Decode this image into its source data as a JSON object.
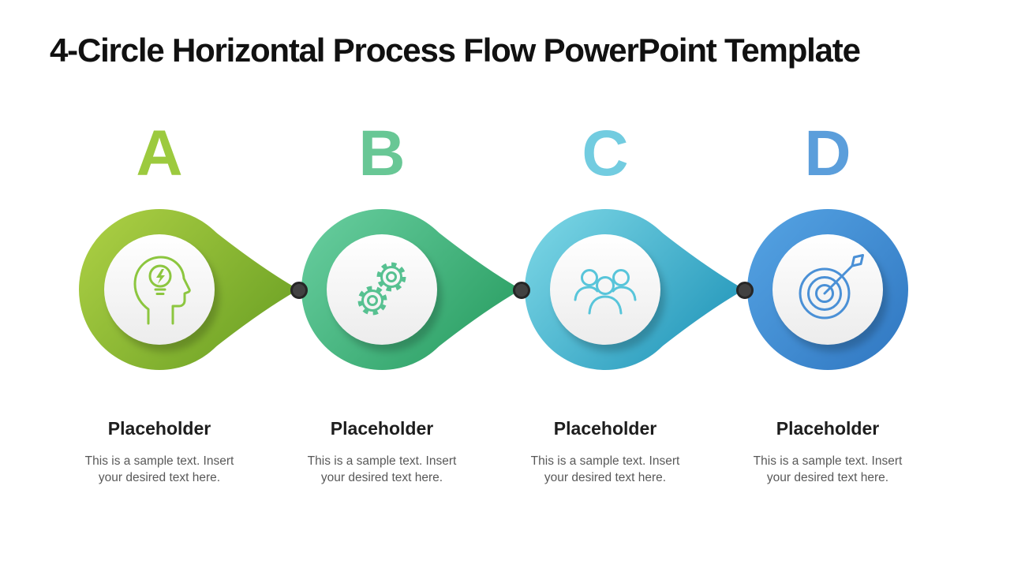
{
  "slide": {
    "title": "4-Circle Horizontal Process Flow PowerPoint Template",
    "background_color": "#ffffff"
  },
  "connector": {
    "dot_color": "#414141",
    "dot_border_color": "#262626"
  },
  "steps": [
    {
      "letter": "A",
      "letter_color": "#9cca3e",
      "ring_gradient_from": "#accf44",
      "ring_gradient_to": "#699f23",
      "icon": "idea-head-icon",
      "icon_color": "#8cc63f",
      "heading": "Placeholder",
      "body": "This is a sample text. Insert your desired text here."
    },
    {
      "letter": "B",
      "letter_color": "#68c795",
      "ring_gradient_from": "#67cd9e",
      "ring_gradient_to": "#279c60",
      "icon": "gears-icon",
      "icon_color": "#57c191",
      "heading": "Placeholder",
      "body": "This is a sample text. Insert your desired text here."
    },
    {
      "letter": "C",
      "letter_color": "#72cce0",
      "ring_gradient_from": "#7bd6e5",
      "ring_gradient_to": "#1e93b8",
      "icon": "team-icon",
      "icon_color": "#58c5da",
      "heading": "Placeholder",
      "body": "This is a sample text. Insert your desired text here."
    },
    {
      "letter": "D",
      "letter_color": "#5b9edb",
      "ring_gradient_from": "#54a2e2",
      "ring_gradient_to": "#2a70bc",
      "icon": "target-arrow-icon",
      "icon_color": "#4a90d6",
      "heading": "Placeholder",
      "body": "This is a sample text. Insert your desired text here."
    }
  ]
}
